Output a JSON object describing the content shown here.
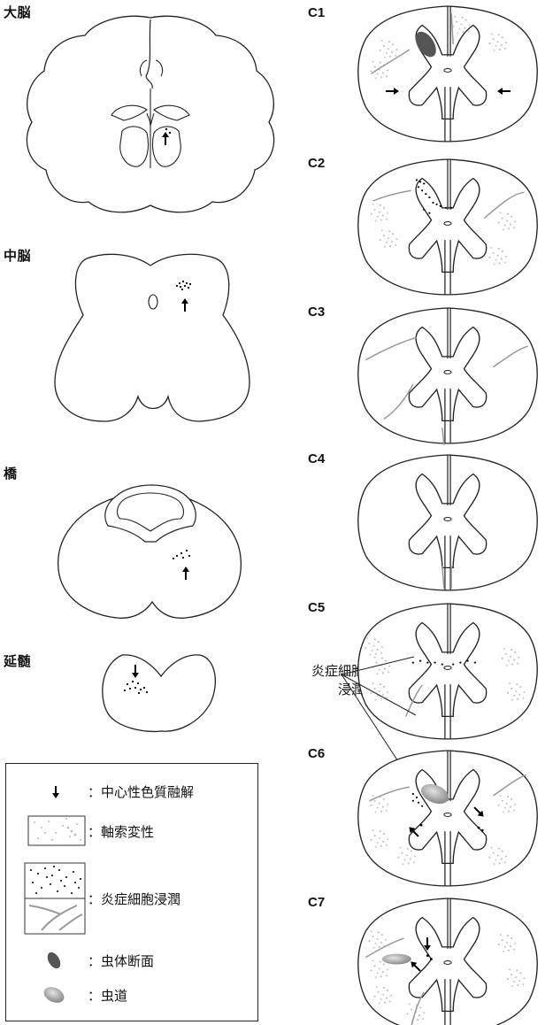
{
  "brain_sections": {
    "cerebrum": "大脳",
    "midbrain": "中脳",
    "pons": "橋",
    "medulla": "延髄"
  },
  "spinal_levels": [
    "C1",
    "C2",
    "C3",
    "C4",
    "C5",
    "C6",
    "C7"
  ],
  "annotation": {
    "line1": "炎症細胞",
    "line2": "浸潤"
  },
  "legend": {
    "central_chromatolysis": "：中心性色質融解",
    "axon_degeneration": "：軸索変性",
    "inflammatory_infiltration": "：炎症細胞浸潤",
    "worm_cross_section": "：虫体断面",
    "worm_tract": "：虫道"
  }
}
